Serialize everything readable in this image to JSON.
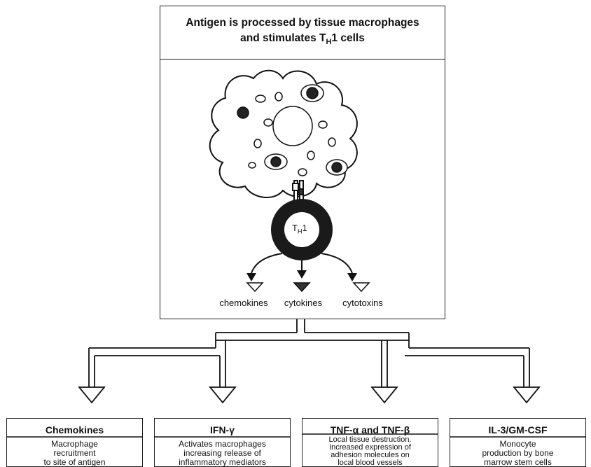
{
  "header": {
    "line1": "Antigen is processed by tissue macrophages",
    "line2_prefix": "and stimulates T",
    "line2_sub": "H",
    "line2_suffix": "1 cells"
  },
  "cell": {
    "th1_label": "T",
    "th1_sub": "H",
    "th1_suffix": "1"
  },
  "products": [
    {
      "label": "chemokines"
    },
    {
      "label": "cytokines"
    },
    {
      "label": "cytotoxins"
    }
  ],
  "effects": [
    {
      "title": "Chemokines",
      "lines": [
        "Macrophage",
        "recruitment",
        "to site of antigen"
      ]
    },
    {
      "title": "IFN-γ",
      "lines": [
        "Activates macrophages",
        "increasing release of",
        "inflammatory mediators"
      ]
    },
    {
      "title": "TNF-α and TNF-β",
      "lines": [
        "Local tissue destruction.",
        "Increased expression of",
        "adhesion molecules on",
        "local blood vessels"
      ]
    },
    {
      "title": "IL-3/GM-CSF",
      "lines": [
        "Monocyte",
        "production by bone",
        "marrow stem cells"
      ]
    }
  ],
  "colors": {
    "ink": "#111111",
    "dark_fill": "#1a1a1a",
    "light_fill": "#ffffff"
  }
}
